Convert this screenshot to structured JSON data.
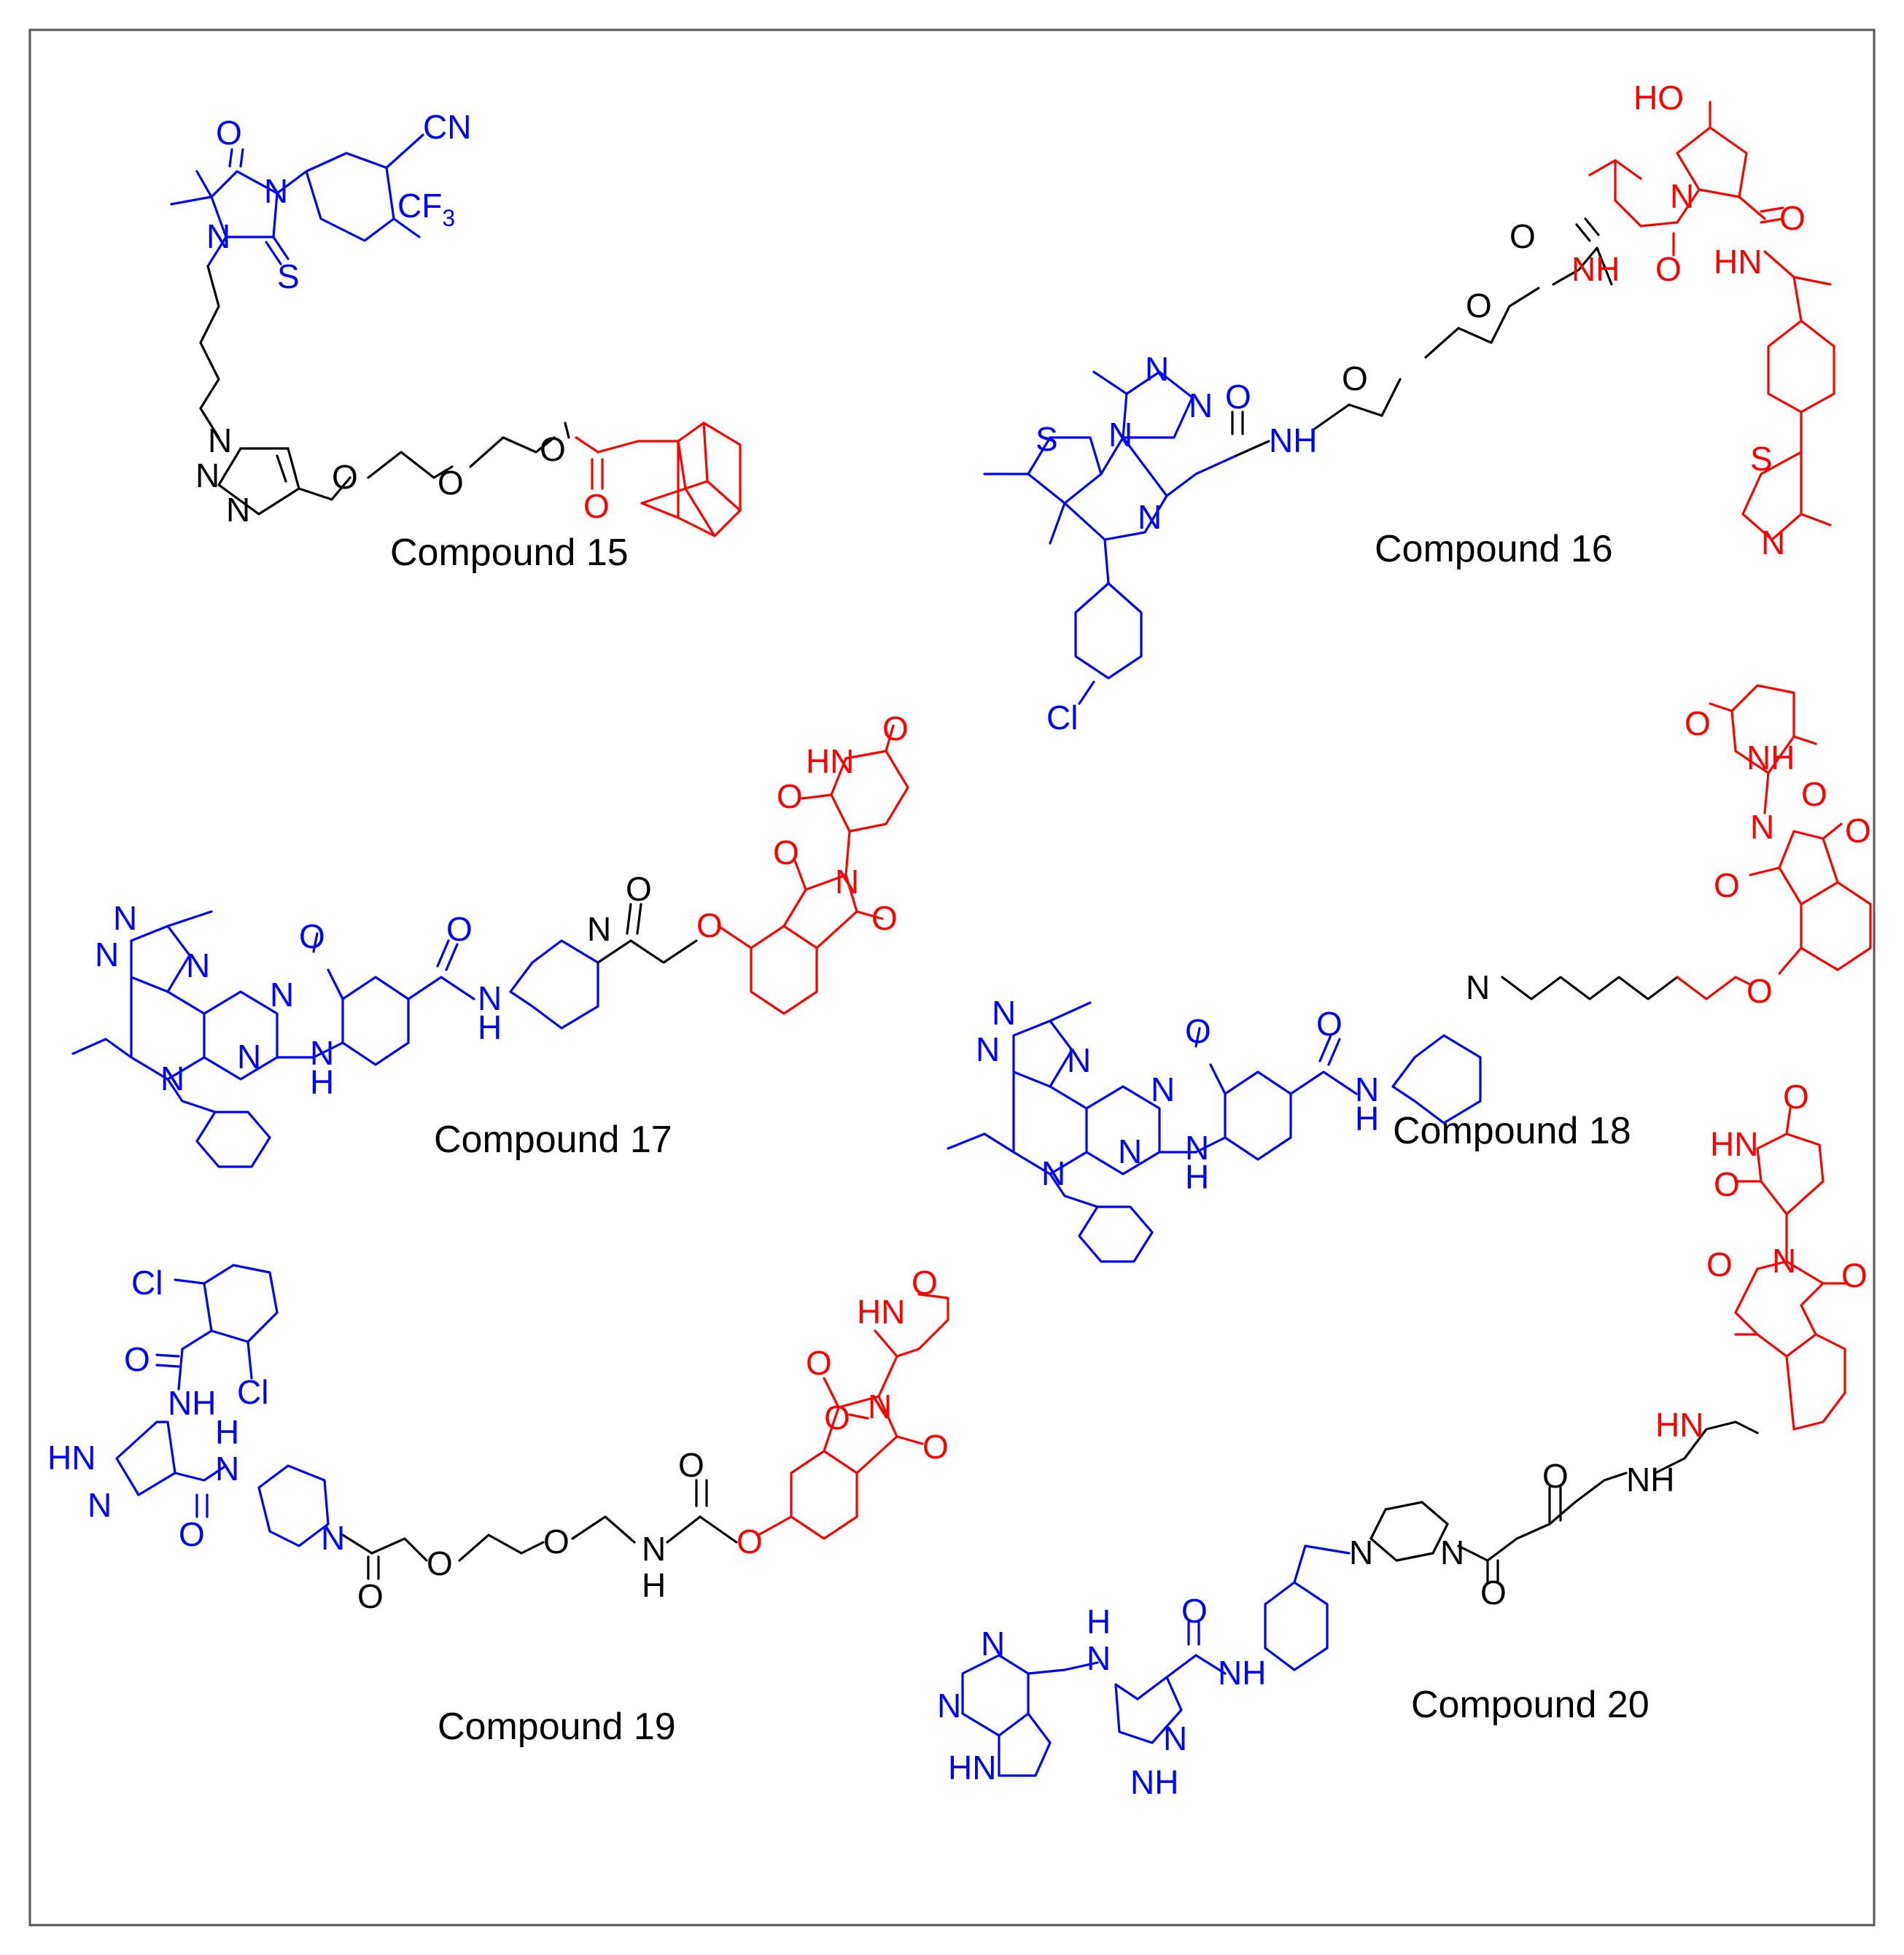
{
  "colors": {
    "target_ligand": "#0000ff",
    "linker": "#000000",
    "e3_ligand": "#ff0000",
    "frame": "#555555"
  },
  "compounds": [
    {
      "id": 15,
      "caption": "Compound 15",
      "atoms": {
        "o_ketone": "O",
        "cn": "CN",
        "n3": "N",
        "n1": "N",
        "s": "S",
        "cf3": "CF",
        "sub3": "3",
        "tri_n1": "N",
        "tri_n2": "N",
        "tri_n3": "N",
        "o1": "O",
        "o2": "O",
        "o3": "O",
        "o4": "O"
      }
    },
    {
      "id": 16,
      "caption": "Compound 16",
      "atoms": {
        "ho": "HO",
        "n_pro": "N",
        "o_pro": "O",
        "o_amide": "O",
        "nh": "NH",
        "hn": "HN",
        "o_lk": "O",
        "o_l1": "O",
        "o_l2": "O",
        "nh_l": "NH",
        "o_l3": "O",
        "tn1": "N",
        "tn2": "N",
        "tn3": "N",
        "s_thio": "S",
        "n_az": "N",
        "cl": "Cl",
        "s_thz": "S",
        "n_thz": "N"
      }
    },
    {
      "id": 17,
      "caption": "Compound 17",
      "atoms": {
        "hn_g": "HN",
        "o_g1": "O",
        "o_g2": "O",
        "n_ph": "N",
        "o_ph1": "O",
        "o_ph2": "O",
        "o_ether": "O",
        "o_ac": "O",
        "n_pip": "N",
        "o_am": "O",
        "nh_am": "N",
        "h_am": "H",
        "o_me": "O",
        "tn1": "N",
        "tn2": "N",
        "tn3": "N",
        "n_py1": "N",
        "n_py2": "N",
        "n_dh": "N",
        "nh_an": "N",
        "h_an": "H"
      }
    },
    {
      "id": 18,
      "caption": "Compound 18",
      "atoms": {
        "o_g1": "O",
        "nh_g": "NH",
        "o_g2": "O",
        "n_ph": "N",
        "o_ph1": "O",
        "o_ph2": "O",
        "o_ether": "O",
        "n_pip": "N",
        "o_am": "O",
        "nh_am": "N",
        "h_am": "H",
        "o_me": "O",
        "tn1": "N",
        "tn2": "N",
        "tn3": "N",
        "n_py1": "N",
        "n_py2": "N",
        "n_dh": "N",
        "nh_an": "N",
        "h_an": "H"
      }
    },
    {
      "id": 19,
      "caption": "Compound 19",
      "atoms": {
        "cl1": "Cl",
        "cl2": "Cl",
        "o_bz": "O",
        "nh_bz": "NH",
        "hn_pz": "HN",
        "n_pz": "N",
        "h_am": "H",
        "n_am": "N",
        "o_am": "O",
        "n_pip": "N",
        "o_ac": "O",
        "o_l1": "O",
        "o_l2": "O",
        "h_nh": "H",
        "n_nh": "N",
        "o_lc": "O",
        "o_ether": "O",
        "hn_g": "HN",
        "o_g1": "O",
        "o_g2": "O",
        "n_ph": "N",
        "o_ph1": "O",
        "o_ph2": "O"
      }
    },
    {
      "id": 20,
      "caption": "Compound 20",
      "atoms": {
        "o_g1": "O",
        "hn_g": "HN",
        "o_g2": "O",
        "n_ph": "N",
        "o_ph1": "O",
        "o_ph2": "O",
        "hn_an": "HN",
        "o_am": "O",
        "nh_am": "NH",
        "n_pz1": "N",
        "n_pz2": "N",
        "o_pz": "O",
        "h_top": "H",
        "n_top": "N",
        "o_ar": "O",
        "nh_ar": "NH",
        "n_pm1": "N",
        "n_pm2": "N",
        "hn_pyr": "HN",
        "n_pzl": "N",
        "nh_pzl": "NH"
      }
    }
  ]
}
